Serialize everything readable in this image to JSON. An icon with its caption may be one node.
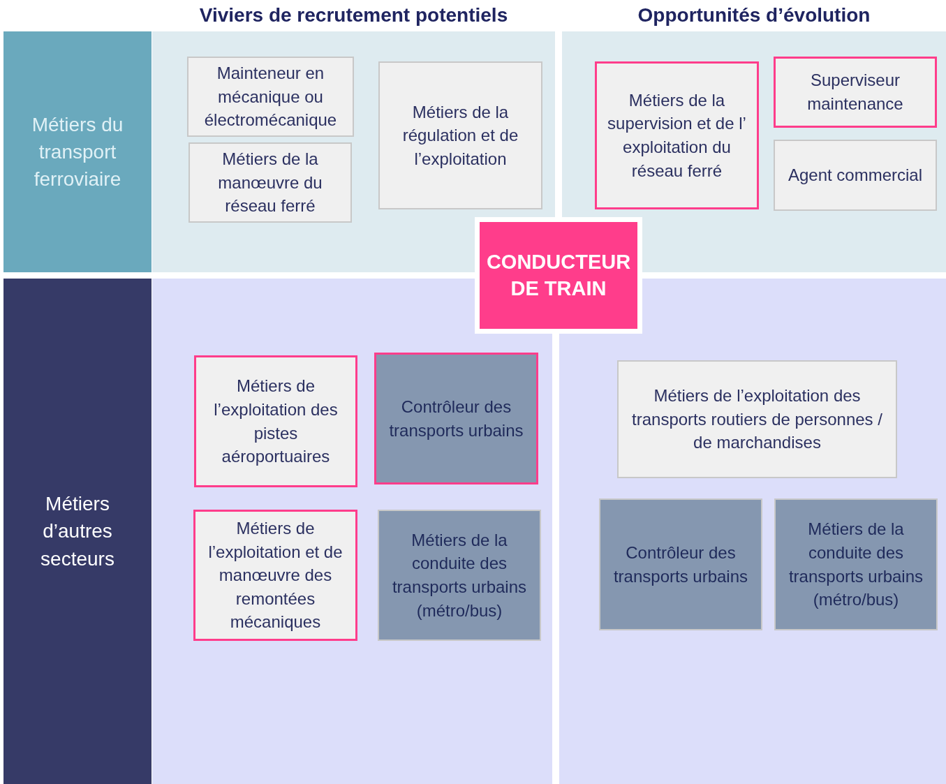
{
  "diagram": {
    "nodes": [
      {
        "text": [
          "Métiers du transport ferroviaire"
        ]
      },
      {
        "text": [],
        "shape": "box"
      },
      {
        "text": [
          "Mainteneur en mécanique ou électromécanique"
        ],
        "in": 1
      },
      {
        "text": [
          "Métiers de la régulation et de l’exploitation"
        ],
        "in": 1
      },
      {
        "text": [
          "Métiers de la manœuvre du réseau ferré"
        ],
        "in": 1
      },
      {
        "text": [],
        "shape": "box"
      },
      {
        "text": [
          "Métiers de la supervision et de l’ exploitation du réseau ferré"
        ],
        "in": 5
      },
      {
        "text": [
          "Superviseur maintenance"
        ],
        "in": 5
      },
      {
        "text": [
          "Agent commercial"
        ],
        "in": 5
      },
      {
        "text": [
          "CONDUCTEUR DE TRAIN"
        ]
      },
      {
        "text": [
          "Métiers d’autres secteurs"
        ]
      },
      {
        "text": [],
        "shape": "box"
      },
      {
        "text": [
          "Métiers de l’exploitation des pistes aéroportuaires"
        ],
        "in": 11
      },
      {
        "text": [
          "Contrôleur des transports urbains"
        ],
        "in": 11
      },
      {
        "text": [
          "Métiers de l’exploitation et de manœuvre des remontées mécaniques"
        ],
        "in": 11
      },
      {
        "text": [
          "Métiers de la conduite des transports urbains (métro/bus)"
        ],
        "in": 11
      },
      {
        "text": [],
        "shape": "box"
      },
      {
        "text": [
          "Métiers de l’exploitation des transports routiers de personnes / de marchandises"
        ],
        "in": 16
      },
      {
        "text": [
          "Contrôleur des transports urbains"
        ],
        "in": 16
      },
      {
        "text": [
          "Métiers de la conduite des transports urbains (métro/bus)"
        ],
        "in": 16
      }
    ],
    "labels": [
      "Viviers de recrutement potentiels",
      "Opportunités d’évolution"
    ]
  }
}
